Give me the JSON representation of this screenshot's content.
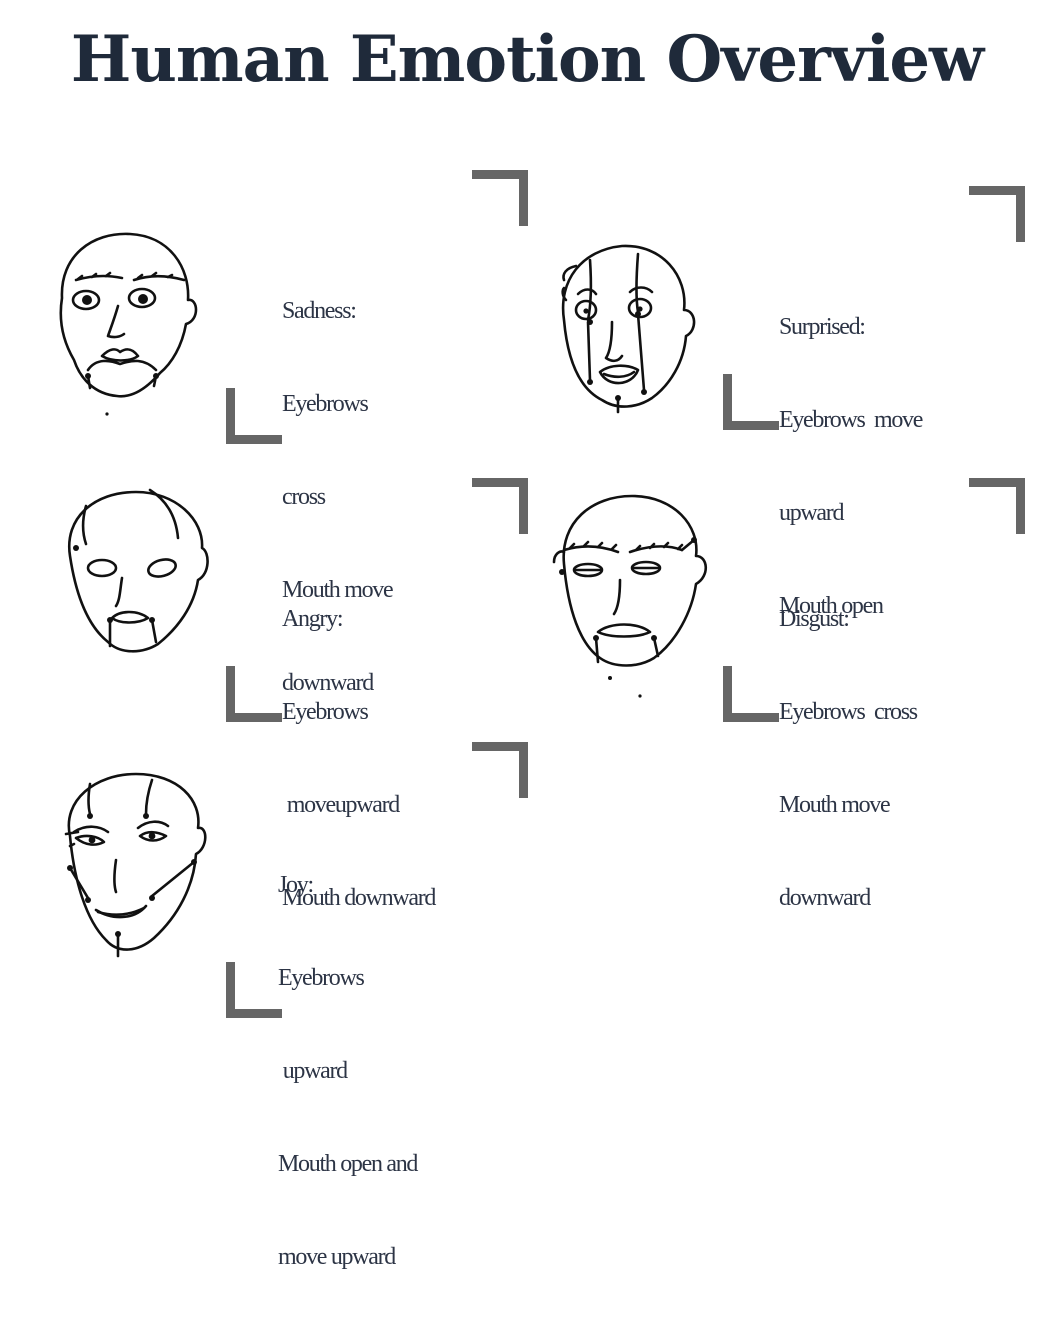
{
  "title": "Human Emotion Overview",
  "emotions": [
    {
      "name": "Sadness:",
      "lines": [
        "Eyebrows",
        "cross",
        "Mouth move",
        "downward"
      ]
    },
    {
      "name": "Surprised:",
      "lines": [
        "Eyebrows  move",
        "upward",
        "Mouth open"
      ]
    },
    {
      "name": "Angry:",
      "lines": [
        "Eyebrows",
        " moveupward",
        "Mouth downward"
      ]
    },
    {
      "name": "Disgust:",
      "lines": [
        "Eyebrows  cross",
        "Mouth move",
        "downward"
      ]
    },
    {
      "name": "Joy:",
      "lines": [
        "Eyebrows",
        " upward",
        "Mouth open and",
        "move upward"
      ]
    }
  ],
  "icons": {
    "face": "face-sketch-icon",
    "frame_corner": "corner-bracket-icon"
  },
  "colors": {
    "title": "#1f2a3a",
    "text": "#2c3445",
    "bracket": "#666666",
    "sketch": "#111111"
  }
}
